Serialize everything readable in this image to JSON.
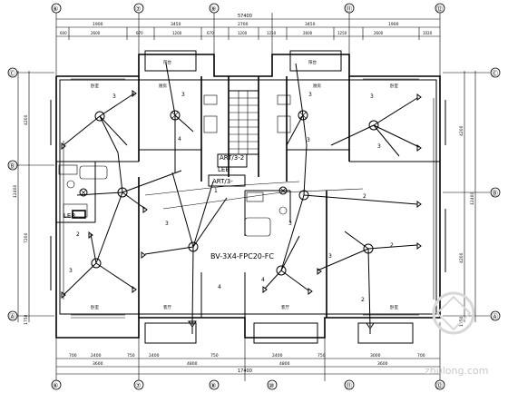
{
  "axes": {
    "top": [
      "⑥",
      "⑦",
      "⑨",
      "⑪",
      "⑫"
    ],
    "bottom": [
      "⑥",
      "⑦",
      "⑧",
      "⑩",
      "⑪",
      "⑫"
    ],
    "left": [
      "Ⓒ",
      "Ⓑ",
      "Ⓐ"
    ],
    "right": [
      "Ⓒ",
      "Ⓑ",
      "Ⓐ"
    ]
  },
  "dims": {
    "top_total": "57400",
    "top_row1": [
      "1900",
      "3450",
      "2700",
      "3450",
      "1900"
    ],
    "top_row2": [
      "600",
      "2600",
      "670",
      "1200",
      "670",
      "1200",
      "1250",
      "2600",
      "1250",
      "2600",
      "1020"
    ],
    "bottom_total": "17400",
    "bottom_row1": [
      "3600",
      "4800",
      "4800",
      "3600"
    ],
    "bottom_row2": [
      "700",
      "2400",
      "750",
      "2400",
      "750",
      "2400",
      "750",
      "3000",
      "700"
    ],
    "left": [
      "4200",
      "12400",
      "7200",
      "1750"
    ],
    "right": [
      "4200",
      "12400",
      "4200",
      "1750"
    ]
  },
  "labels": {
    "panel_upper": "ART/3-2",
    "panel_lower": "ART/3-",
    "leb_upper": "LEB",
    "leb_left": "LEB",
    "cable": "BV-3X4-FPC20-FC",
    "circuit_nums": [
      "3",
      "3",
      "3",
      "4",
      "3",
      "2",
      "3",
      "3",
      "2",
      "3",
      "2",
      "3",
      "4",
      "1",
      "3",
      "3",
      "4",
      "2"
    ],
    "room_labels": [
      "卧室",
      "卧室",
      "卧室",
      "卧室",
      "客厅",
      "客厅",
      "厨房",
      "厨房",
      "阳台",
      "阳台"
    ]
  },
  "watermark": "zhulong.com"
}
